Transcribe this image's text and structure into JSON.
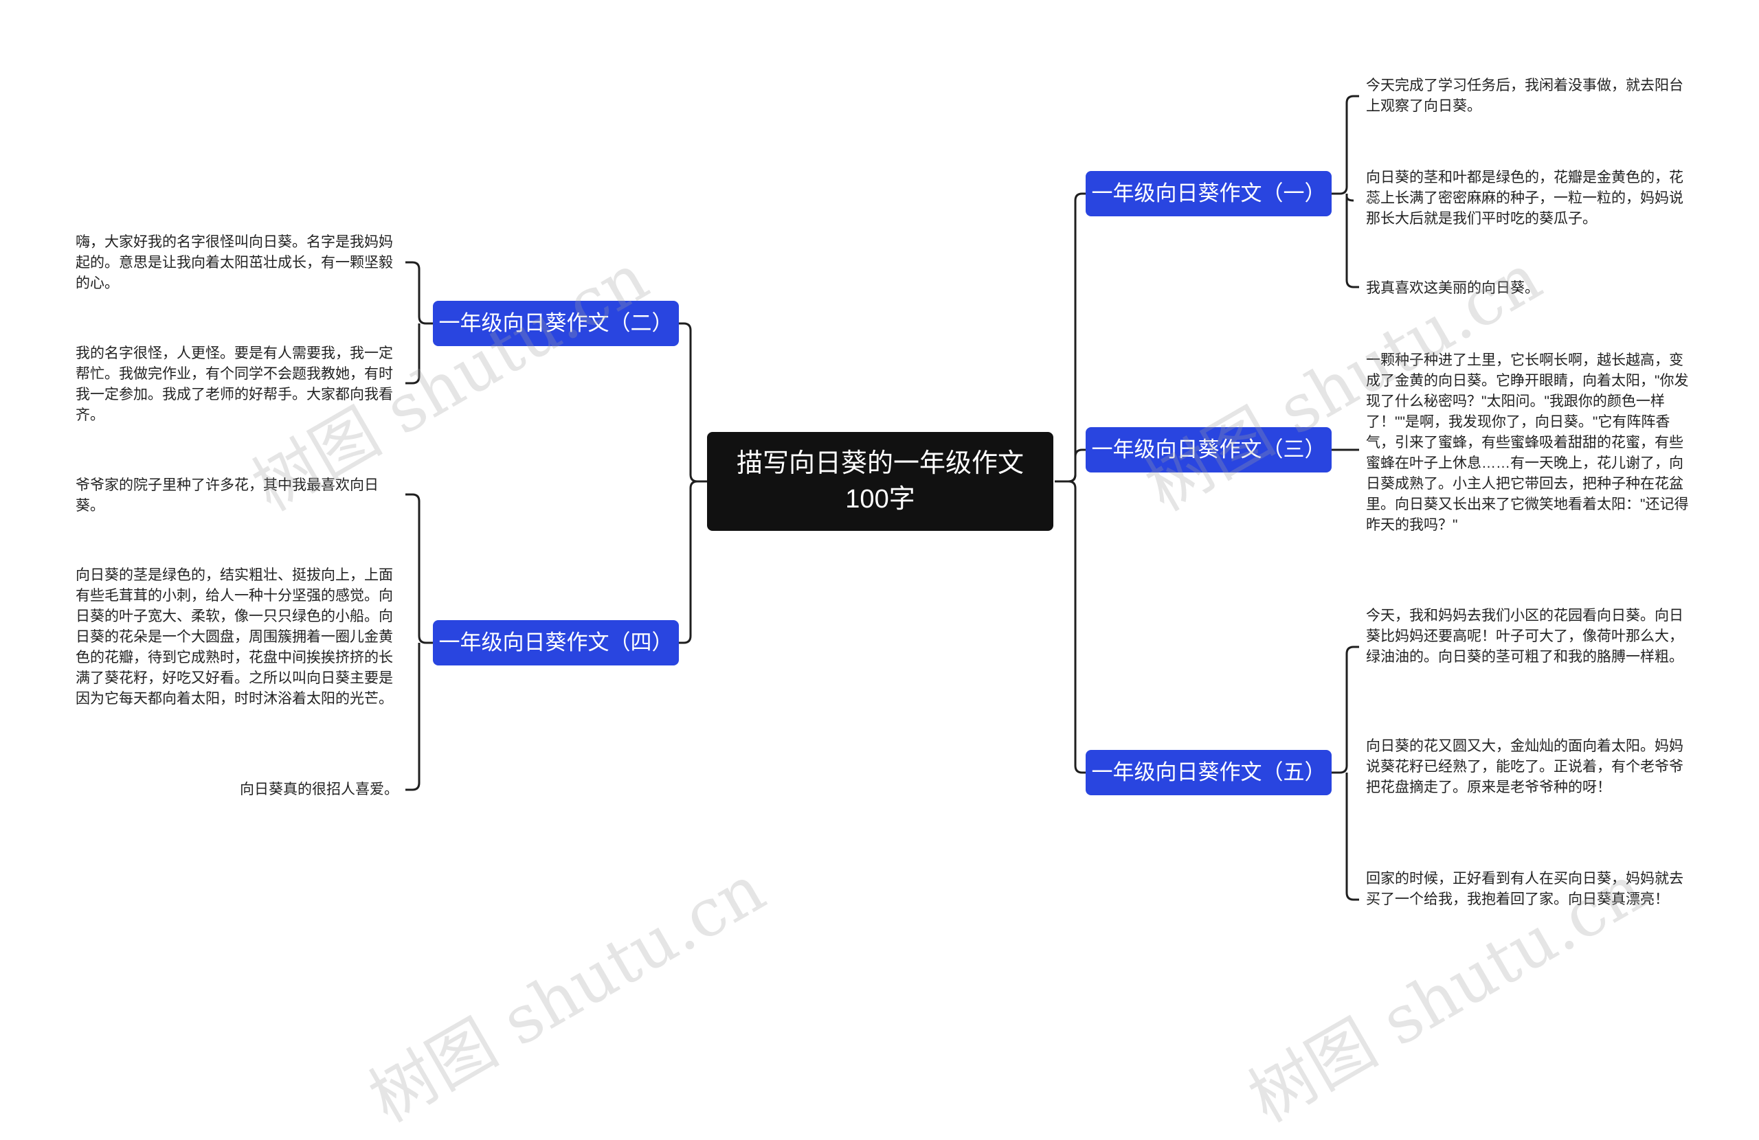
{
  "root": {
    "title": "描写向日葵的一年级作文100字"
  },
  "branches": [
    {
      "label": "一年级向日葵作文（一）",
      "leaves": [
        "今天完成了学习任务后，我闲着没事做，就去阳台上观察了向日葵。",
        "向日葵的茎和叶都是绿色的，花瓣是金黄色的，花蕊上长满了密密麻麻的种子，一粒一粒的，妈妈说那长大后就是我们平时吃的葵瓜子。",
        "我真喜欢这美丽的向日葵。"
      ]
    },
    {
      "label": "一年级向日葵作文（二）",
      "leaves": [
        "嗨，大家好我的名字很怪叫向日葵。名字是我妈妈起的。意思是让我向着太阳茁壮成长，有一颗坚毅的心。",
        "我的名字很怪，人更怪。要是有人需要我，我一定帮忙。我做完作业，有个同学不会题我教她，有时我一定参加。我成了老师的好帮手。大家都向我看齐。"
      ]
    },
    {
      "label": "一年级向日葵作文（三）",
      "leaves": [
        "一颗种子种进了土里，它长啊长啊，越长越高，变成了金黄的向日葵。它睁开眼睛，向着太阳，\"你发现了什么秘密吗？\"太阳问。\"我跟你的颜色一样了！\"\"是啊，我发现你了，向日葵。\"它有阵阵香气，引来了蜜蜂，有些蜜蜂吸着甜甜的花蜜，有些蜜蜂在叶子上休息……有一天晚上，花儿谢了，向日葵成熟了。小主人把它带回去，把种子种在花盆里。向日葵又长出来了它微笑地看着太阳：\"还记得昨天的我吗？\""
      ]
    },
    {
      "label": "一年级向日葵作文（四）",
      "leaves": [
        "爷爷家的院子里种了许多花，其中我最喜欢向日葵。",
        "向日葵的茎是绿色的，结实粗壮、挺拔向上，上面有些毛茸茸的小刺，给人一种十分坚强的感觉。向日葵的叶子宽大、柔软，像一只只绿色的小船。向日葵的花朵是一个大圆盘，周围簇拥着一圈儿金黄 色的花瓣，待到它成熟时，花盘中间挨挨挤挤的长满了葵花籽，好吃又好看。之所以叫向日葵主要是因为它每天都向着太阳，时时沐浴着太阳的光芒。",
        "向日葵真的很招人喜爱。"
      ]
    },
    {
      "label": "一年级向日葵作文（五）",
      "leaves": [
        "今天，我和妈妈去我们小区的花园看向日葵。向日葵比妈妈还要高呢！叶子可大了，像荷叶那么大，绿油油的。向日葵的茎可粗了和我的胳膊一样粗。",
        "向日葵的花又圆又大，金灿灿的面向着太阳。妈妈说葵花籽已经熟了，能吃了。正说着，有个老爷爷把花盘摘走了。原来是老爷爷种的呀！",
        "回家的时候，正好看到有人在买向日葵，妈妈就去买了一个给我，我抱着回了家。向日葵真漂亮！"
      ]
    }
  ],
  "watermark": {
    "text": "树图 shutu.cn"
  },
  "colors": {
    "root_bg": "#111111",
    "branch_bg": "#2945e0",
    "line": "#1f1f1f",
    "text": "#222222"
  }
}
